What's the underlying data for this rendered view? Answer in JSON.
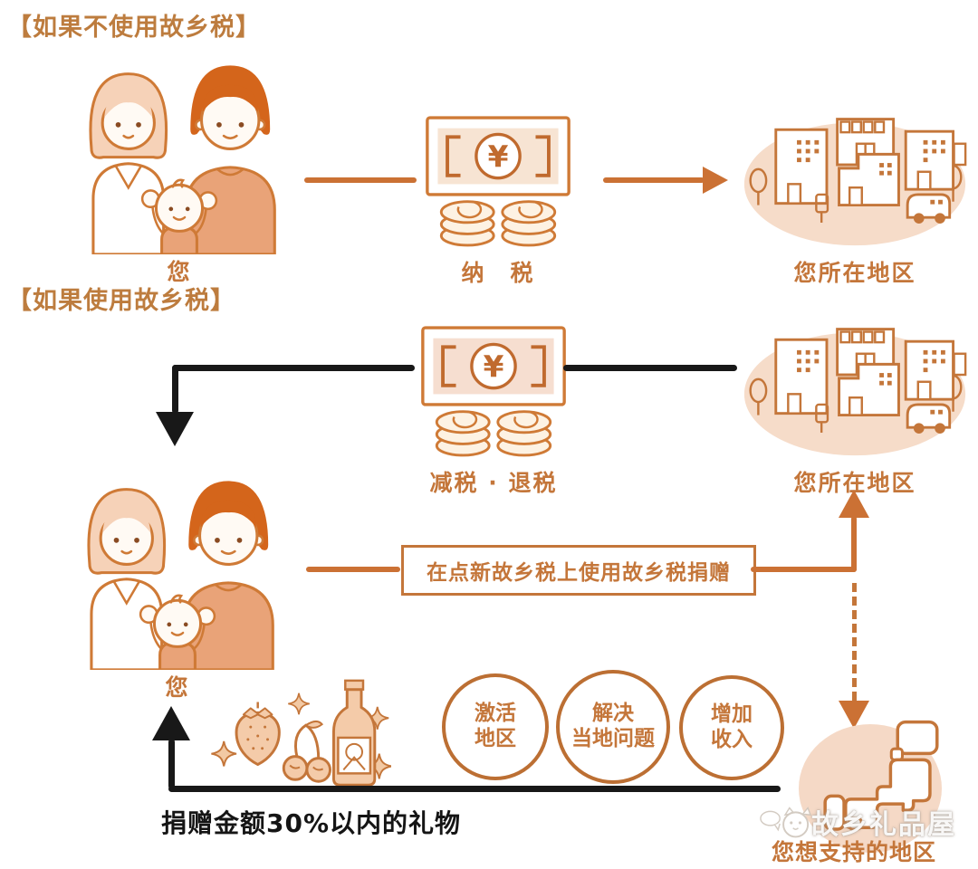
{
  "colors": {
    "accent_orange": "#c4763a",
    "arrow_orange": "#cb7134",
    "black": "#181818",
    "pink_fill": "#f6dcc9"
  },
  "currency": "¥",
  "scenario_without": {
    "title": "【如果不使用故乡税】",
    "you_label": "您",
    "tax_label": "纳　税",
    "region_label": "您所在地区"
  },
  "scenario_with": {
    "title": "【如果使用故乡税】",
    "refund_label": "减税 · 退税",
    "region_label": "您所在地区",
    "you_label": "您",
    "donation_box": "在点新故乡税上使用故乡税捐赠",
    "benefits": [
      {
        "line1": "激活",
        "line2": "地区"
      },
      {
        "line1": "解决",
        "line2": "当地问题"
      },
      {
        "line1": "增加",
        "line2": "收入"
      }
    ],
    "gift_note": "捐赠金额30%以内的礼物",
    "support_region_label": "您想支持的地区",
    "watermark": "故乡礼品屋"
  }
}
